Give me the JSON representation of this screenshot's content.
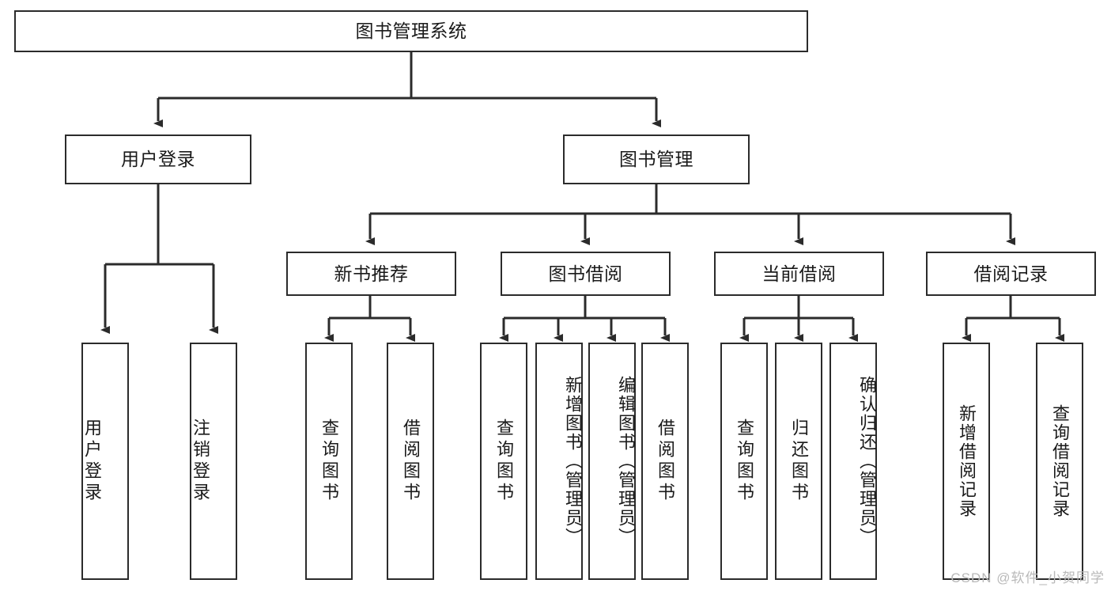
{
  "diagram": {
    "kind": "function-structure-tree",
    "title": "图书管理系统",
    "colors": {
      "box_border": "#2b2b2b",
      "box_fill": "#ffffff",
      "edge": "#2b2b2b",
      "text": "#1a1a1a",
      "watermark": "#b9b9b9",
      "canvas": "#ffffff"
    },
    "watermark": "CSDN @软件_小贺同学",
    "levels": {
      "root": "图书管理系统",
      "level2": [
        "用户登录",
        "图书管理"
      ],
      "level3": [
        "新书推荐",
        "图书借阅",
        "当前借阅",
        "借阅记录"
      ]
    },
    "nodes": {
      "root": {
        "label": "图书管理系统"
      },
      "user_login": {
        "label": "用户登录"
      },
      "book_manage": {
        "label": "图书管理"
      },
      "new_book_rec": {
        "label": "新书推荐"
      },
      "book_borrow": {
        "label": "图书借阅"
      },
      "current_borrow": {
        "label": "当前借阅"
      },
      "borrow_record": {
        "label": "借阅记录"
      },
      "leaf_user_login": {
        "label": "用户登录"
      },
      "leaf_logout": {
        "label": "注销登录"
      },
      "leaf_query_book_1": {
        "label": "查询图书"
      },
      "leaf_borrow_book_1": {
        "label": "借阅图书"
      },
      "leaf_query_book_2": {
        "label": "查询图书"
      },
      "leaf_add_book": {
        "label": "新增图书（管理员）"
      },
      "leaf_edit_book": {
        "label": "编辑图书（管理员）"
      },
      "leaf_borrow_book_2": {
        "label": "借阅图书"
      },
      "leaf_query_book_3": {
        "label": "查询图书"
      },
      "leaf_return_book": {
        "label": "归还图书"
      },
      "leaf_confirm_return": {
        "label": "确认归还（管理员）"
      },
      "leaf_add_record": {
        "label": "新增借阅记录"
      },
      "leaf_query_record": {
        "label": "查询借阅记录"
      }
    },
    "edges": [
      {
        "from": "root",
        "to": "user_login"
      },
      {
        "from": "root",
        "to": "book_manage"
      },
      {
        "from": "user_login",
        "to": "leaf_user_login"
      },
      {
        "from": "user_login",
        "to": "leaf_logout"
      },
      {
        "from": "book_manage",
        "to": "new_book_rec"
      },
      {
        "from": "book_manage",
        "to": "book_borrow"
      },
      {
        "from": "book_manage",
        "to": "current_borrow"
      },
      {
        "from": "book_manage",
        "to": "borrow_record"
      },
      {
        "from": "new_book_rec",
        "to": "leaf_query_book_1"
      },
      {
        "from": "new_book_rec",
        "to": "leaf_borrow_book_1"
      },
      {
        "from": "book_borrow",
        "to": "leaf_query_book_2"
      },
      {
        "from": "book_borrow",
        "to": "leaf_add_book"
      },
      {
        "from": "book_borrow",
        "to": "leaf_edit_book"
      },
      {
        "from": "book_borrow",
        "to": "leaf_borrow_book_2"
      },
      {
        "from": "current_borrow",
        "to": "leaf_query_book_3"
      },
      {
        "from": "current_borrow",
        "to": "leaf_return_book"
      },
      {
        "from": "current_borrow",
        "to": "leaf_confirm_return"
      },
      {
        "from": "borrow_record",
        "to": "leaf_add_record"
      },
      {
        "from": "borrow_record",
        "to": "leaf_query_record"
      }
    ]
  }
}
